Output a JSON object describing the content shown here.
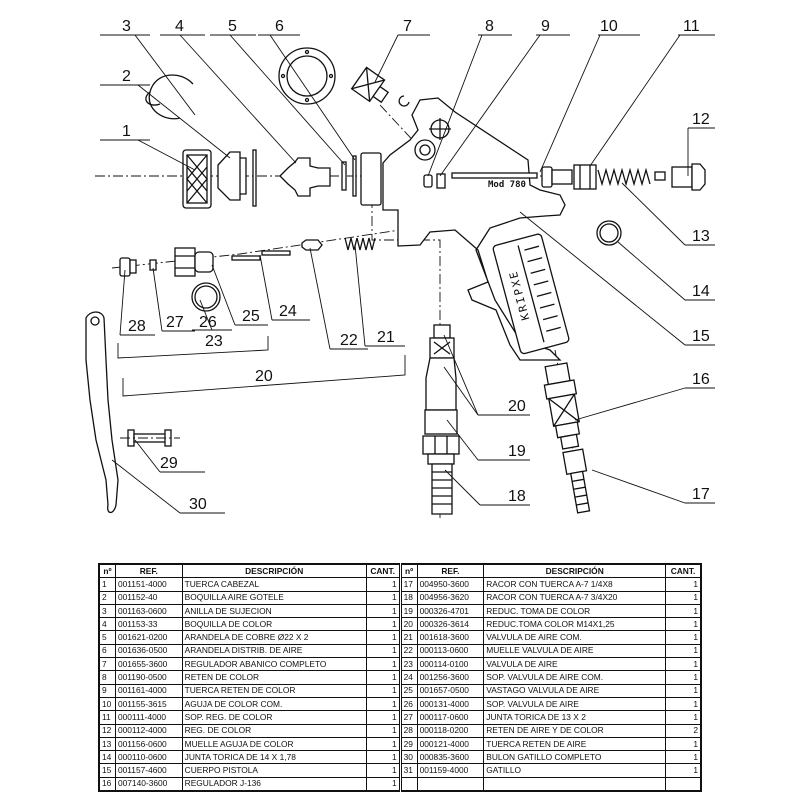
{
  "drawing": {
    "brand_text": "KRIPXE",
    "model_text": "Mod 780",
    "callouts": [
      "1",
      "2",
      "3",
      "4",
      "5",
      "6",
      "7",
      "8",
      "9",
      "10",
      "11",
      "12",
      "13",
      "14",
      "15",
      "16",
      "17",
      "18",
      "19",
      "20",
      "21",
      "22",
      "23",
      "24",
      "25",
      "26",
      "27",
      "28",
      "29",
      "30",
      "20"
    ]
  },
  "table": {
    "headers": {
      "num": "nº",
      "ref": "REF.",
      "desc": "DESCRIPCIÓN",
      "qty": "CANT."
    },
    "parts": [
      {
        "n": "1",
        "ref": "001151-4000",
        "desc": "TUERCA CABEZAL",
        "qty": "1"
      },
      {
        "n": "2",
        "ref": "001152-40",
        "desc": "BOQUILLA AIRE GOTELE",
        "qty": "1"
      },
      {
        "n": "3",
        "ref": "001163-0600",
        "desc": "ANILLA DE SUJECION",
        "qty": "1"
      },
      {
        "n": "4",
        "ref": "001153-33",
        "desc": "BOQUILLA DE COLOR",
        "qty": "1"
      },
      {
        "n": "5",
        "ref": "001621-0200",
        "desc": "ARANDELA DE COBRE Ø22 X 2",
        "qty": "1"
      },
      {
        "n": "6",
        "ref": "001636-0500",
        "desc": "ARANDELA DISTRIB. DE AIRE",
        "qty": "1"
      },
      {
        "n": "7",
        "ref": "001655-3600",
        "desc": "REGULADOR ABANICO COMPLETO",
        "qty": "1"
      },
      {
        "n": "8",
        "ref": "001190-0500",
        "desc": "RETEN DE COLOR",
        "qty": "1"
      },
      {
        "n": "9",
        "ref": "001161-4000",
        "desc": "TUERCA RETEN DE COLOR",
        "qty": "1"
      },
      {
        "n": "10",
        "ref": "001155-3615",
        "desc": "AGUJA DE COLOR COM.",
        "qty": "1"
      },
      {
        "n": "11",
        "ref": "000111-4000",
        "desc": "SOP. REG. DE COLOR",
        "qty": "1"
      },
      {
        "n": "12",
        "ref": "000112-4000",
        "desc": "REG. DE COLOR",
        "qty": "1"
      },
      {
        "n": "13",
        "ref": "001156-0600",
        "desc": "MUELLE AGUJA DE COLOR",
        "qty": "1"
      },
      {
        "n": "14",
        "ref": "000110-0600",
        "desc": "JUNTA TORICA DE 14 X 1,78",
        "qty": "1"
      },
      {
        "n": "15",
        "ref": "001157-4600",
        "desc": "CUERPO PISTOLA",
        "qty": "1"
      },
      {
        "n": "16",
        "ref": "007140-3600",
        "desc": "REGULADOR J-136",
        "qty": "1"
      },
      {
        "n": "17",
        "ref": "004950-3600",
        "desc": "RACOR CON TUERCA A-7 1/4X8",
        "qty": "1"
      },
      {
        "n": "18",
        "ref": "004956-3620",
        "desc": "RACOR CON TUERCA A-7 3/4X20",
        "qty": "1"
      },
      {
        "n": "19",
        "ref": "000326-4701",
        "desc": "REDUC. TOMA DE COLOR",
        "qty": "1"
      },
      {
        "n": "20",
        "ref": "000326-3614",
        "desc": "REDUC.TOMA COLOR M14X1,25",
        "qty": "1"
      },
      {
        "n": "21",
        "ref": "001618-3600",
        "desc": "VALVULA DE AIRE COM.",
        "qty": "1"
      },
      {
        "n": "22",
        "ref": "000113-0600",
        "desc": "MUELLE VALVULA DE AIRE",
        "qty": "1"
      },
      {
        "n": "23",
        "ref": "000114-0100",
        "desc": "VALVULA DE AIRE",
        "qty": "1"
      },
      {
        "n": "24",
        "ref": "001256-3600",
        "desc": "SOP. VALVULA DE AIRE COM.",
        "qty": "1"
      },
      {
        "n": "25",
        "ref": "001657-0500",
        "desc": "VASTAGO VALVULA DE AIRE",
        "qty": "1"
      },
      {
        "n": "26",
        "ref": "000131-4000",
        "desc": "SOP. VALVULA DE AIRE",
        "qty": "1"
      },
      {
        "n": "27",
        "ref": "000117-0600",
        "desc": "JUNTA TORICA DE 13 X 2",
        "qty": "1"
      },
      {
        "n": "28",
        "ref": "000118-0200",
        "desc": "RETEN DE AIRE Y DE COLOR",
        "qty": "2"
      },
      {
        "n": "29",
        "ref": "000121-4000",
        "desc": "TUERCA RETEN DE AIRE",
        "qty": "1"
      },
      {
        "n": "30",
        "ref": "000835-3600",
        "desc": "BULON GATILLO COMPLETO",
        "qty": "1"
      },
      {
        "n": "31",
        "ref": "001159-4000",
        "desc": "GATILLO",
        "qty": "1"
      }
    ]
  }
}
